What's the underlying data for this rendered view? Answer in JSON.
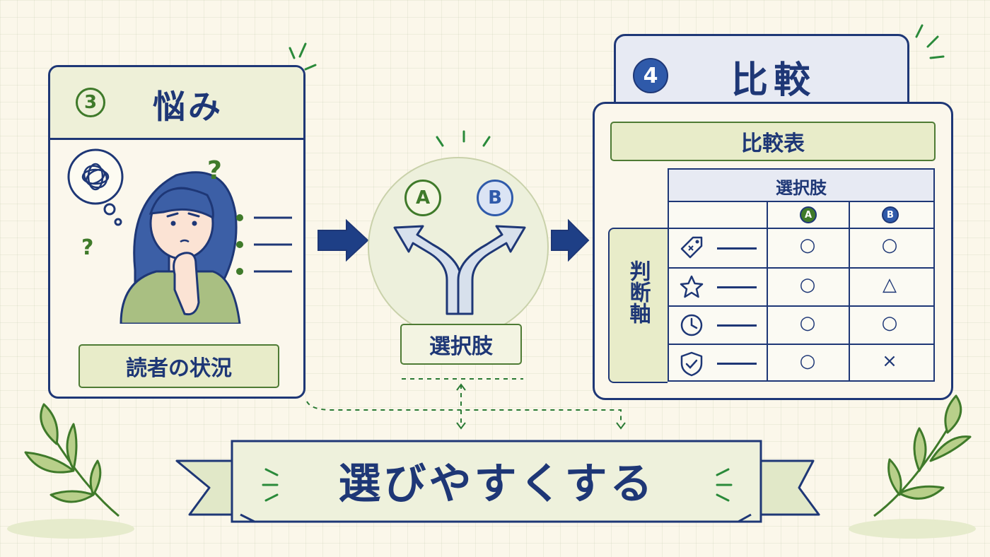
{
  "card_worry": {
    "number": "3",
    "title": "悩み",
    "thought_marks": [
      "?",
      "?"
    ],
    "label": "読者の状況"
  },
  "choices": {
    "option_a": "A",
    "option_b": "B",
    "label": "選択肢"
  },
  "card_compare": {
    "number": "4",
    "title": "比較",
    "table_title": "比較表",
    "header_group": "選択肢",
    "columns": [
      "A",
      "B"
    ],
    "axis_label": "判断軸",
    "rows": [
      {
        "icon": "price-tag-icon",
        "a": "○",
        "b": "○"
      },
      {
        "icon": "star-icon",
        "a": "○",
        "b": "△"
      },
      {
        "icon": "clock-icon",
        "a": "○",
        "b": "○"
      },
      {
        "icon": "shield-check-icon",
        "a": "○",
        "b": "×"
      }
    ]
  },
  "banner": {
    "text": "選びやすくする"
  },
  "colors": {
    "navy": "#1e3776",
    "green": "#3f7a2a",
    "blue": "#2f5aaa",
    "light_green": "#e8ecc9",
    "paper": "#fbf7ea"
  }
}
